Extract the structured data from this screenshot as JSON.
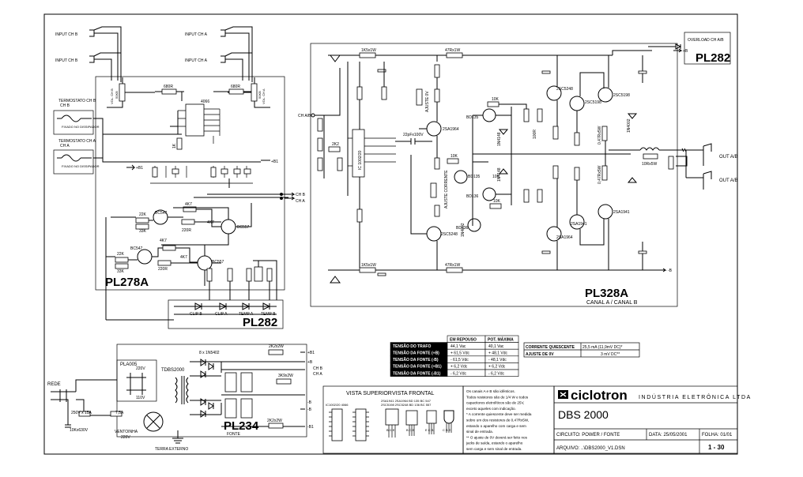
{
  "inputs": {
    "in_chb_1": "INPUT CH B",
    "in_chb_2": "INPUT CH B",
    "in_cha_1": "INPUT CH A",
    "in_cha_2": "INPUT CH A"
  },
  "preamp": {
    "r680_1": "680R",
    "r680_2": "680R",
    "ic4066": "4066",
    "vol_chb": "VOL. CH B",
    "vol_cha": "VOL. CH A",
    "pot1": "50KB",
    "pot2": "50KB",
    "termo_chb": "TERMOSTATO CH B",
    "termo_cha": "TERMOSTATO CH A",
    "dissip1": "FIXADO NO DISSIPADOR",
    "dissip2": "FIXADO NO DISSIPADOR",
    "r1k": "1K",
    "r22k_1": "22K",
    "r33k_1": "33K",
    "r22k_2": "22K",
    "r33k_2": "33K",
    "r4k7_1": "4K7",
    "r4k7_2": "4K7",
    "r4k7_3": "4K7",
    "r4k7_4": "4K7",
    "r220r_1": "220R",
    "r220r_2": "220R",
    "bc547_1": "BC547",
    "bc547_2": "BC547",
    "bc557_1": "BC557",
    "bc557_2": "BC557",
    "node_chb": "CH B",
    "node_cha": "CH A",
    "node_b1": "+B1",
    "led_clipb": "CLIP B",
    "led_clipa": "CLIP A",
    "led_tempa": "TEMP A",
    "led_tempb": "TEMP B",
    "label": "PL278A",
    "label_leds": "PL282"
  },
  "amp": {
    "label": "PL328A",
    "sub": "CANAL A / CANAL B",
    "input": "CH A/B",
    "out1": "OUT A/B",
    "out2": "OUT A/B",
    "overload": "OVERLOAD CH A/B",
    "overload_label": "PL282",
    "r1k5_top": "1K5x1W",
    "r1k5_bot": "1K5x1W",
    "r47_top": "47Rx1W",
    "r47_bot": "47Rx1W",
    "ic": "IC 1002/20",
    "ajuste_ov": "AJUSTE 0V",
    "ajuste_corr": "AJUSTE CORRENTE",
    "cap22": "22pFx100V",
    "q_2sa1964_1": "2SA1964",
    "q_2sa1964_2": "2SA1964",
    "q_2sa1964_3": "2SA1964",
    "q_2sc5248_1": "2SC5248",
    "q_2sc5248_2": "2SC5248",
    "q_2sc5198_1": "2SC5198",
    "q_2sc5198_2": "2SC5198",
    "q_2sa1941_1": "2SA1941",
    "q_2sa1941_2": "2SA1941",
    "bd135_1": "BD135",
    "bd135_2": "BD135",
    "bd136_1": "BD136",
    "bd136_2": "BD136",
    "d4148_1": "1N4148",
    "d4148_2": "1N4148",
    "d4002_1": "1N4002",
    "d4002_2": "1N4002",
    "r10k_1": "10K",
    "r10k_2": "10K",
    "r10k_3": "10K",
    "r100r": "100R",
    "r0r47_1": "0,47Rx5W",
    "r0r47_2": "0,47Rx5W",
    "rl10r": "10Rx5W",
    "node_plus_b": "+B",
    "node_minus_b": "-B"
  },
  "psu": {
    "pla005": "PLA005",
    "v220": "220V",
    "v110": "110V",
    "tdbs": "TDBS2000",
    "diodes": "8 x 1N5402",
    "r2k2_1": "2K2x2W",
    "r2k2_2": "2K2x2W",
    "r3k9": "3K9x2W",
    "plus_b1": "+B1",
    "plus_b": "+B",
    "minus_b": "-B",
    "minus_b1": "-B1",
    "chb": "CH B",
    "cha": "CH A",
    "rede": "REDE",
    "fuse1": "250V x 15A",
    "fuse2": "7,5A",
    "cap_bot": "10Kx630V",
    "fan": "VENTOINHA",
    "fan_v": "220V",
    "terra": "TERRA EXTERNO",
    "label": "PL234",
    "sub": "FONTE"
  },
  "voltage_table": {
    "col1": "EM REPOUSO",
    "col2": "POT. MÁXIMA",
    "rows": [
      {
        "label": "TENSÃO DO TRAFO",
        "rest": "44,1 Vac",
        "max": "40,1 Vac"
      },
      {
        "label": "TENSÃO DA FONTE (+B)",
        "rest": "+ 61,5 Vdc",
        "max": "+ 48,1 Vdc"
      },
      {
        "label": "TENSÃO DA FONTE (-B)",
        "rest": "- 61,5 Vdc",
        "max": "- 48,1 Vdc"
      },
      {
        "label": "TENSÃO DA FONTE (+B1)",
        "rest": "+ 6,2 Vdc",
        "max": "+ 6,2 Vdc"
      },
      {
        "label": "TENSÃO DA FONTE (-B1)",
        "rest": "- 6,2 Vdc",
        "max": "- 6,2 Vdc"
      }
    ]
  },
  "quiescent_table": {
    "r1_label": "CORRENTE QUIESCENTE",
    "r1_value": "25,5 mA (11,9mV DC)*",
    "r2_label": "AJUSTE DE 0V",
    "r2_value": "3 mV DC**"
  },
  "views": {
    "vista_superior": "VISTA SUPERIOR",
    "vista_frontal": "VISTA FRONTAL",
    "ic_names": "IC1002/20   4066",
    "tr_line1": "2SA1941 2SA1964 BD 135 BC 547",
    "tr_line2": "2SC5198 2SC5248 BD 136 BC 557",
    "pins_big": "B C E",
    "pins_mid": "B C E",
    "pins_bd": "E C B",
    "pins_bc": "C B E"
  },
  "notes": [
    "Os canais A e B são idênticos.",
    "Todos resistores são de 1/4 W e todos",
    "capacitores eletrolíticos são de 25V,",
    "exceto aqueles com indicação.",
    "* A corrente quiescente deve ser medida",
    "sobre um dos resistores de  0,47Rx5W,",
    "estando o aparelho com carga e sem",
    "sinal de entrada.",
    "** O ajuste de 0V deverá ser feito nos",
    "jacks de saída, estando o aparelho",
    "sem carga e sem sinal de entrada."
  ],
  "title_block": {
    "logo": "ciclotron",
    "industria": "INDÚSTRIA ELETRÔNICA LTDA",
    "model": "DBS 2000",
    "circuito": "CIRCUITO: POWER / FONTE",
    "data": "DATA: 25/05/2001",
    "folha": "FOLHA: 01/01",
    "arquivo": "ARQUIVO: ..\\DBS2000_V1.DSN",
    "page": "1 - 30"
  }
}
